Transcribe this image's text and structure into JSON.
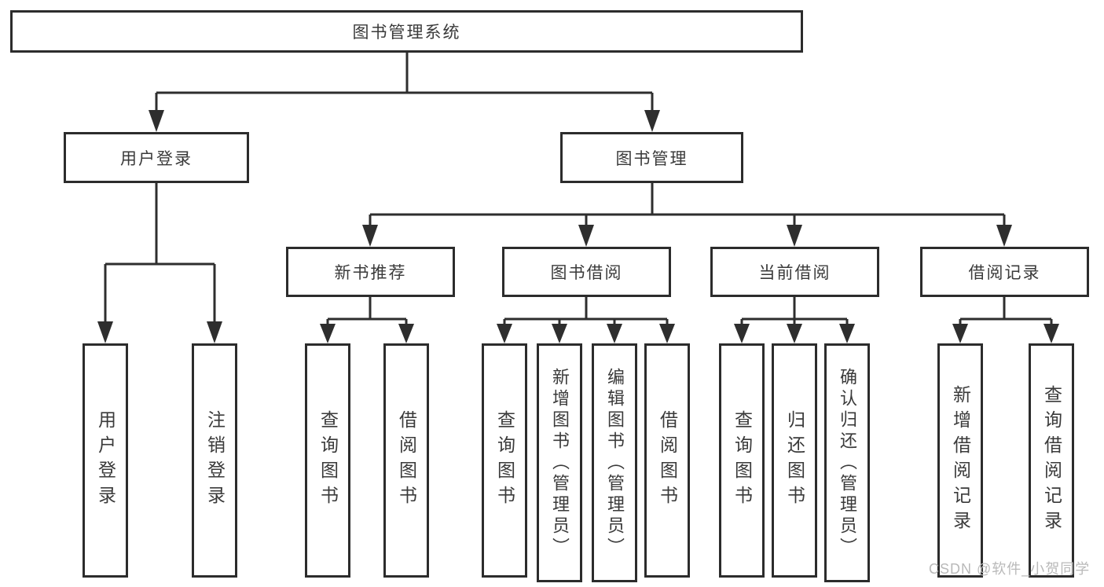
{
  "diagram": {
    "title": "图书管理系统",
    "children": [
      {
        "label": "用户登录",
        "children": [
          {
            "label": "用户登录"
          },
          {
            "label": "注销登录"
          }
        ]
      },
      {
        "label": "图书管理",
        "children": [
          {
            "label": "新书推荐",
            "children": [
              {
                "label": "查询图书"
              },
              {
                "label": "借阅图书"
              }
            ]
          },
          {
            "label": "图书借阅",
            "children": [
              {
                "label": "查询图书"
              },
              {
                "label": "新增图书（管理员）"
              },
              {
                "label": "编辑图书（管理员）"
              },
              {
                "label": "借阅图书"
              }
            ]
          },
          {
            "label": "当前借阅",
            "children": [
              {
                "label": "查询图书"
              },
              {
                "label": "归还图书"
              },
              {
                "label": "确认归还（管理员）"
              }
            ]
          },
          {
            "label": "借阅记录",
            "children": [
              {
                "label": "新增借阅记录"
              },
              {
                "label": "查询借阅记录"
              }
            ]
          }
        ]
      }
    ]
  },
  "watermark": "CSDN @软件_小贺同学",
  "colors": {
    "line": "#2e2e2e",
    "box_border": "#2c2c2c",
    "text": "#3a3a3a",
    "watermark": "#b9b9b9",
    "background": "#ffffff"
  }
}
